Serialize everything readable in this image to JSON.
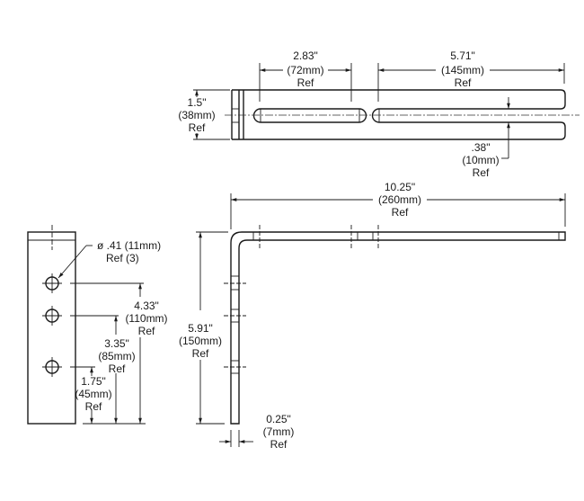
{
  "title": "L-Bracket Technical Drawing",
  "views": {
    "top_view": {
      "dimensions": {
        "width": {
          "in": "1.5\"",
          "mm": "(38mm)",
          "ref": "Ref"
        },
        "slot_1_length": {
          "in": "2.83\"",
          "mm": "(72mm)",
          "ref": "Ref"
        },
        "slot_2_length": {
          "in": "5.71\"",
          "mm": "(145mm)",
          "ref": "Ref"
        },
        "slot_width": {
          "in": ".38\"",
          "mm": "(10mm)",
          "ref": "Ref"
        }
      }
    },
    "side_view": {
      "dimensions": {
        "length": {
          "in": "10.25\"",
          "mm": "(260mm)",
          "ref": "Ref"
        },
        "height": {
          "in": "5.91\"",
          "mm": "(150mm)",
          "ref": "Ref"
        },
        "thickness": {
          "in": "0.25\"",
          "mm": "(7mm)",
          "ref": "Ref"
        }
      }
    },
    "front_view": {
      "hole_note": {
        "line1": "ø .41 (11mm)",
        "line2": "Ref (3)"
      },
      "dimensions": {
        "hole_1": {
          "in": "4.33\"",
          "mm": "(110mm)",
          "ref": "Ref"
        },
        "hole_2": {
          "in": "3.35\"",
          "mm": "(85mm)",
          "ref": "Ref"
        },
        "hole_3": {
          "in": "1.75\"",
          "mm": "(45mm)",
          "ref": "Ref"
        }
      }
    }
  }
}
